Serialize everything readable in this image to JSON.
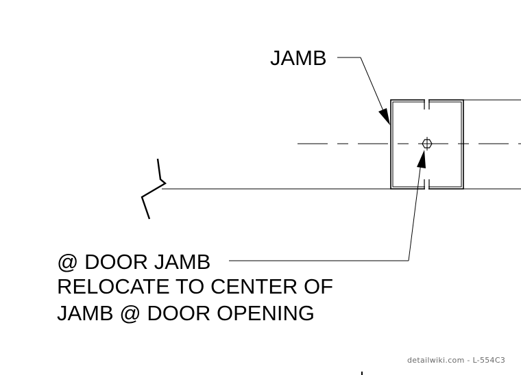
{
  "labels": {
    "jamb": "JAMB",
    "note_line1": "@ DOOR JAMB",
    "note_line2": "RELOCATE TO CENTER OF",
    "note_line3": "JAMB @ DOOR OPENING"
  },
  "watermark": "detailwiki.com - L-554C3",
  "colors": {
    "line": "#000000",
    "background": "#ffffff",
    "watermark": "#6a6a6a"
  }
}
